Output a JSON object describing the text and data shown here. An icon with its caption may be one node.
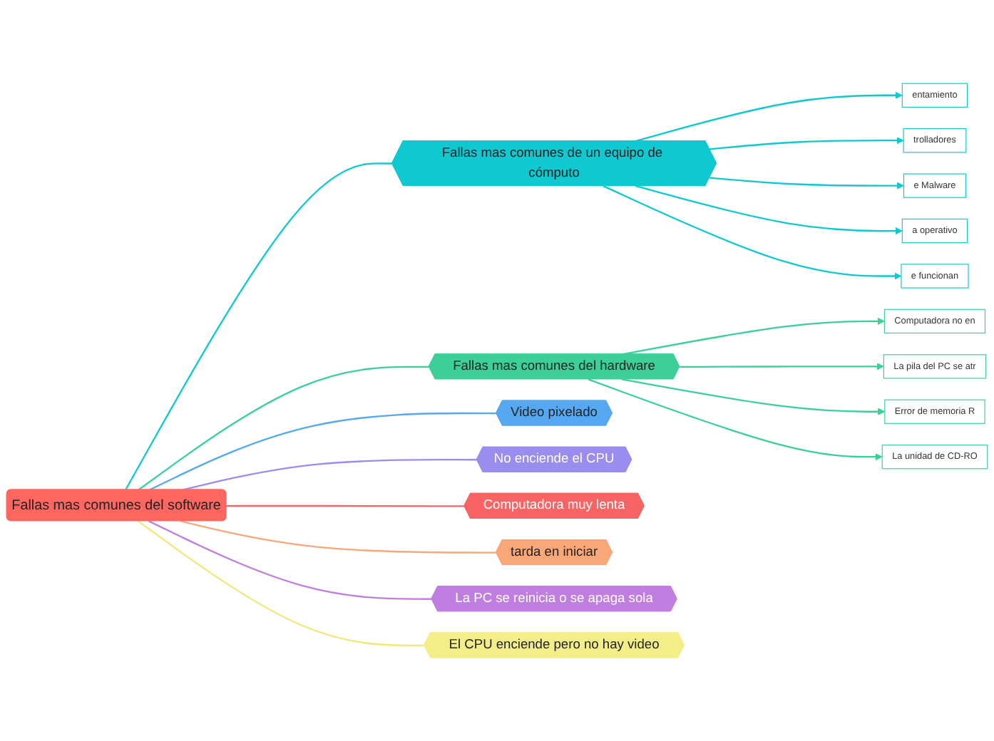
{
  "diagram": {
    "nodes": [
      {
        "text": [
          "Fallas mas comunes del software"
        ]
      },
      {
        "text": [
          "La PC se reinicia o se apaga sola"
        ]
      },
      {
        "text": [
          "No enciende el CPU"
        ]
      },
      {
        "text": [
          "Video pixelado"
        ]
      },
      {
        "text": [
          "Computadora muy lenta"
        ]
      },
      {
        "text": [
          "tarda en iniciar"
        ]
      },
      {
        "text": [
          "El CPU enciende pero no hay video"
        ]
      },
      {
        "text": [
          "Fallas mas comunes de un equipo de cómputo"
        ]
      },
      {
        "text": [
          "entamiento"
        ]
      },
      {
        "text": [
          "trolladores"
        ]
      },
      {
        "text": [
          "e Malware"
        ]
      },
      {
        "text": [
          "a operativo"
        ]
      },
      {
        "text": [
          "e funcionan"
        ]
      },
      {
        "text": [
          "Fallas mas comunes del hardware"
        ]
      },
      {
        "text": [
          "Computadora no en"
        ]
      },
      {
        "text": [
          "La pila del PC se atr"
        ]
      },
      {
        "text": [
          "Error de memoria R"
        ]
      },
      {
        "text": [
          "La unidad de CD-RO"
        ]
      }
    ],
    "edges": [
      {
        "from": 0,
        "to": 1,
        "arrow": "none",
        "color": "#c07ee0"
      },
      {
        "from": 0,
        "to": 2,
        "arrow": "none",
        "color": "#9b8cf0"
      },
      {
        "from": 0,
        "to": 3,
        "arrow": "none",
        "color": "#56a8f0"
      },
      {
        "from": 0,
        "to": 4,
        "arrow": "none",
        "color": "#f86464"
      },
      {
        "from": 0,
        "to": 5,
        "arrow": "none",
        "color": "#f8a878"
      },
      {
        "from": 0,
        "to": 6,
        "arrow": "none",
        "color": "#f0e878"
      },
      {
        "from": 0,
        "to": 7,
        "arrow": "none"
      },
      {
        "from": 7,
        "to": 8,
        "arrow": "to"
      },
      {
        "from": 7,
        "to": 9,
        "arrow": "to"
      },
      {
        "from": 7,
        "to": 10,
        "arrow": "to"
      },
      {
        "from": 7,
        "to": 11,
        "arrow": "to"
      },
      {
        "from": 7,
        "to": 12,
        "arrow": "to"
      },
      {
        "from": 0,
        "to": 13,
        "arrow": "none",
        "color": "#3ccf98"
      },
      {
        "from": 13,
        "to": 14,
        "arrow": "to",
        "color": "#3ccf98"
      },
      {
        "from": 13,
        "to": 15,
        "arrow": "to",
        "color": "#3ccf98"
      },
      {
        "from": 13,
        "to": 16,
        "arrow": "to",
        "color": "#3ccf98"
      },
      {
        "from": 13,
        "to": 17,
        "arrow": "to",
        "color": "#3ccf98"
      }
    ]
  }
}
